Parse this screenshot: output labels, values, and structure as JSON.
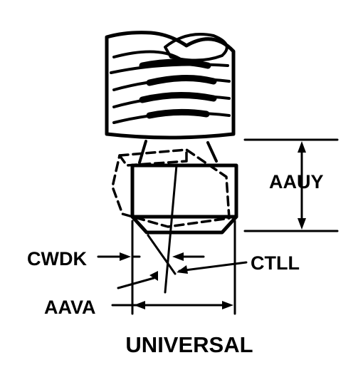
{
  "diagram": {
    "caption": "UNIVERSAL",
    "dimension_labels": {
      "height": "AAUY",
      "width": "AAVA",
      "left_offset": "CWDK",
      "angle": "CTLL"
    }
  },
  "colors": {
    "ink": "#000000",
    "background": "#ffffff"
  }
}
